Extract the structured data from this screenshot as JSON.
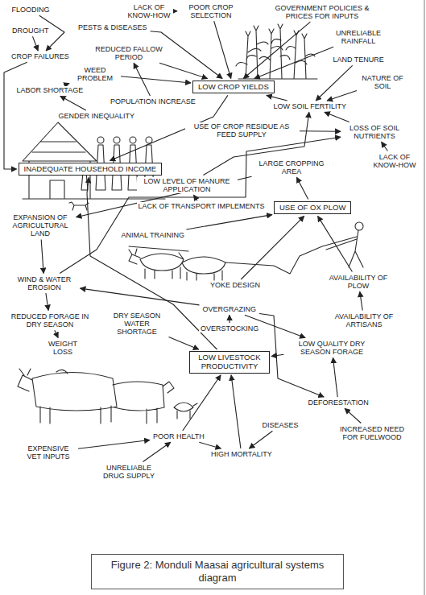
{
  "diagram": {
    "caption": "Figure 2: Monduli Maasai agricultural systems diagram",
    "nodes": [
      {
        "text": [
          "FLOODING"
        ]
      },
      {
        "text": [
          "DROUGHT"
        ]
      },
      {
        "text": [
          "CROP FAILURES"
        ]
      },
      {
        "text": [
          "PESTS & DISEASES"
        ]
      },
      {
        "text": [
          "LACK OF KNOW-HOW"
        ]
      },
      {
        "text": [
          "POOR CROP SELECTION"
        ]
      },
      {
        "text": [
          "GOVERNMENT POLICIES & PRICES FOR INPUTS"
        ]
      },
      {
        "text": [
          "UNRELIABLE RAINFALL"
        ]
      },
      {
        "text": [
          "REDUCED FALLOW PERIOD"
        ]
      },
      {
        "text": [
          "WEED PROBLEM"
        ]
      },
      {
        "text": [
          "LOW CROP YIELDS"
        ]
      },
      {
        "text": [
          "LAND TENURE"
        ]
      },
      {
        "text": [
          "NATURE OF SOIL"
        ]
      },
      {
        "text": [
          "LABOR SHORTAGE"
        ]
      },
      {
        "text": [
          "POPULATION INCREASE"
        ]
      },
      {
        "text": [
          "GENDER INEQUALITY"
        ]
      },
      {
        "text": [
          "LOW SOIL FERTILITY"
        ]
      },
      {
        "text": [
          "USE OF CROP RESIDUE AS FEED SUPPLY"
        ]
      },
      {
        "text": [
          "LOSS OF SOIL NUTRIENTS"
        ]
      },
      {
        "text": [
          "LACK OF KNOW-HOW"
        ]
      },
      {
        "text": [
          "INADEQUATE HOUSEHOLD INCOME"
        ]
      },
      {
        "text": [
          "LARGE CROPPING AREA"
        ]
      },
      {
        "text": [
          "LOW LEVEL OF MANURE APPLICATION"
        ]
      },
      {
        "text": [
          "LACK OF TRANSPORT IMPLEMENTS"
        ]
      },
      {
        "text": [
          "USE OF OX PLOW"
        ]
      },
      {
        "text": [
          "EXPANSION OF AGRICULTURAL LAND"
        ]
      },
      {
        "text": [
          "ANIMAL TRAINING"
        ]
      },
      {
        "text": [
          "YOKE DESIGN"
        ]
      },
      {
        "text": [
          "AVAILABILITY OF PLOW"
        ]
      },
      {
        "text": [
          "AVAILABILITY OF ARTISANS"
        ]
      },
      {
        "text": [
          "WIND & WATER EROSION"
        ]
      },
      {
        "text": [
          "REDUCED FORAGE IN DRY SEASON"
        ]
      },
      {
        "text": [
          "WEIGHT LOSS"
        ]
      },
      {
        "text": [
          "OVERGRAZING"
        ]
      },
      {
        "text": [
          "DRY SEASON WATER SHORTAGE"
        ]
      },
      {
        "text": [
          "OVERSTOCKING"
        ]
      },
      {
        "text": [
          "LOW LIVESTOCK PRODUCTIVITY"
        ]
      },
      {
        "text": [
          "LOW QUALITY DRY SEASON FORAGE"
        ]
      },
      {
        "text": [
          "DEFORESTATION"
        ]
      },
      {
        "text": [
          "INCREASED NEED FOR FUELWOOD"
        ]
      },
      {
        "text": [
          "DISEASES"
        ]
      },
      {
        "text": [
          "POOR HEALTH"
        ]
      },
      {
        "text": [
          "HIGH MORTALITY"
        ]
      },
      {
        "text": [
          "EXPENSIVE VET INPUTS"
        ]
      },
      {
        "text": [
          "UNRELIABLE DRUG SUPPLY"
        ]
      }
    ],
    "edges": [
      {
        "from": 0,
        "to": 2,
        "arrow": "to"
      },
      {
        "from": 1,
        "to": 2,
        "arrow": "to"
      },
      {
        "from": 2,
        "to": 20,
        "arrow": "to"
      },
      {
        "from": 4,
        "to": 5,
        "arrow": "to"
      },
      {
        "from": 3,
        "to": 10,
        "arrow": "to"
      },
      {
        "from": 5,
        "to": 10,
        "arrow": "to"
      },
      {
        "from": 6,
        "to": 10,
        "arrow": "to"
      },
      {
        "from": 7,
        "to": 10,
        "arrow": "to"
      },
      {
        "from": 8,
        "to": 10,
        "arrow": "to"
      },
      {
        "from": 9,
        "to": 10,
        "arrow": "to"
      },
      {
        "from": 14,
        "to": 8,
        "arrow": "to"
      },
      {
        "from": 13,
        "to": 9,
        "arrow": "to"
      },
      {
        "from": 15,
        "to": 13,
        "arrow": "to"
      },
      {
        "from": 11,
        "to": 16,
        "arrow": "to"
      },
      {
        "from": 12,
        "to": 16,
        "arrow": "to"
      },
      {
        "from": 16,
        "to": 10,
        "arrow": "to"
      },
      {
        "from": 10,
        "to": 20,
        "arrow": "to"
      },
      {
        "from": 18,
        "to": 16,
        "arrow": "to"
      },
      {
        "from": 17,
        "to": 18,
        "arrow": "to"
      },
      {
        "from": 19,
        "to": 18,
        "arrow": "to"
      },
      {
        "from": 22,
        "to": 16,
        "arrow": "to"
      },
      {
        "from": 23,
        "to": 22,
        "arrow": "to"
      },
      {
        "from": 24,
        "to": 21,
        "arrow": "to"
      },
      {
        "from": 21,
        "to": 25,
        "arrow": "to"
      },
      {
        "from": 25,
        "to": 30,
        "arrow": "to"
      },
      {
        "from": 30,
        "to": 18,
        "arrow": "to"
      },
      {
        "from": 26,
        "to": 24,
        "arrow": "to"
      },
      {
        "from": 27,
        "to": 24,
        "arrow": "to"
      },
      {
        "from": 28,
        "to": 24,
        "arrow": "to"
      },
      {
        "from": 29,
        "to": 28,
        "arrow": "to"
      },
      {
        "from": 30,
        "to": 31,
        "arrow": "to"
      },
      {
        "from": 31,
        "to": 32,
        "arrow": "to"
      },
      {
        "from": 33,
        "to": 30,
        "arrow": "to"
      },
      {
        "from": 35,
        "to": 33,
        "arrow": "to"
      },
      {
        "from": 33,
        "to": 37,
        "arrow": "to"
      },
      {
        "from": 33,
        "to": 38,
        "arrow": "to"
      },
      {
        "from": 38,
        "to": 37,
        "arrow": "to"
      },
      {
        "from": 39,
        "to": 38,
        "arrow": "to"
      },
      {
        "from": 37,
        "to": 36,
        "arrow": "to"
      },
      {
        "from": 34,
        "to": 36,
        "arrow": "to"
      },
      {
        "from": 36,
        "to": 20,
        "arrow": "to"
      },
      {
        "from": 41,
        "to": 36,
        "arrow": "to"
      },
      {
        "from": 41,
        "to": 42,
        "arrow": "to"
      },
      {
        "from": 42,
        "to": 36,
        "arrow": "to"
      },
      {
        "from": 40,
        "to": 42,
        "arrow": "to"
      },
      {
        "from": 43,
        "to": 41,
        "arrow": "to"
      },
      {
        "from": 44,
        "to": 41,
        "arrow": "to"
      }
    ]
  }
}
